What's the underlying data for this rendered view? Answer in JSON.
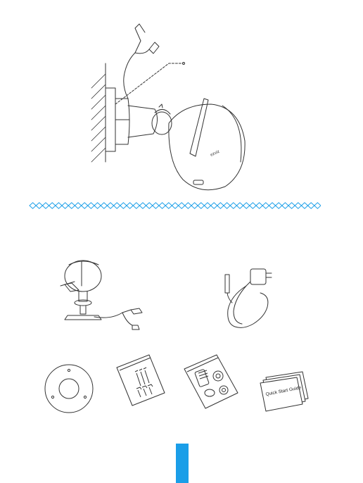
{
  "brand_logo_text": "ezviz",
  "guide_label": "Quick Start Guide",
  "colors": {
    "divider": "#1a9ee8",
    "page_tab": "#1a9ee8",
    "line": "#333333"
  },
  "icons": [
    "wall-mount-illustration",
    "camera-icon",
    "power-adapter-icon",
    "mounting-template-icon",
    "screw-kit-icon",
    "waterproof-kit-icon",
    "quick-start-guide-icon"
  ]
}
